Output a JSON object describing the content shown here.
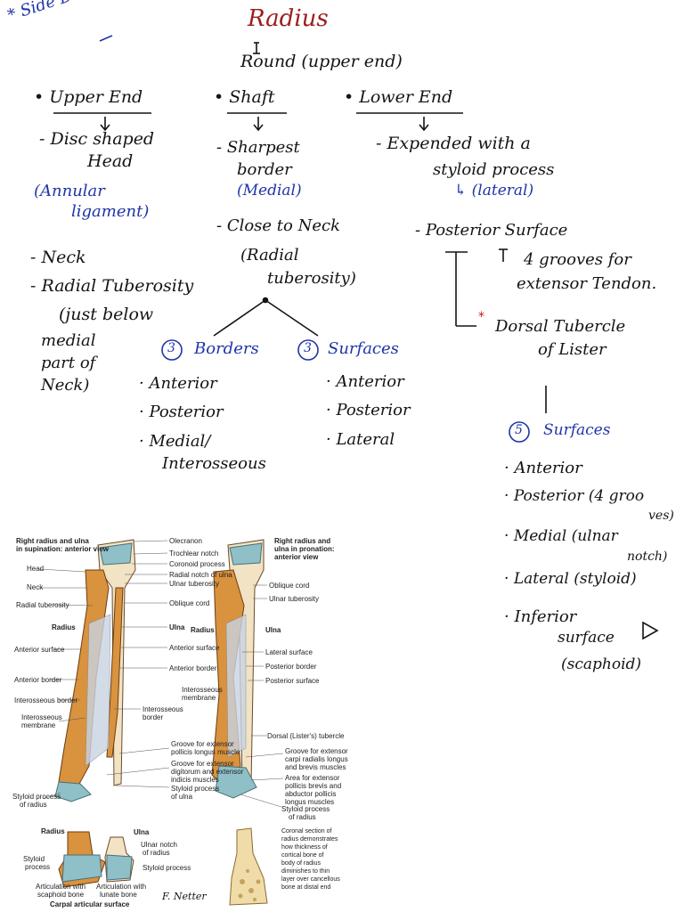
{
  "side_note": "* Side Determination",
  "title": "Radius",
  "subtitle": "Round (upper end)",
  "upper_end": {
    "heading": "Upper End",
    "items": [
      "Disc shaped",
      "Head",
      "(Annular",
      "ligament)",
      "Neck",
      "Radial Tuberosity",
      "(just below",
      "medial",
      "part of",
      "Neck)"
    ]
  },
  "shaft": {
    "heading": "Shaft",
    "items": [
      "Sharpest",
      "border",
      "(Medial)",
      "Close to Neck",
      "(Radial",
      "tuberosity)"
    ],
    "borders_title": "Borders",
    "borders_num": "3",
    "borders": [
      "Anterior",
      "Posterior",
      "Medial/",
      "Interosseous"
    ],
    "surfaces_title": "Surfaces",
    "surfaces_num": "3",
    "surfaces": [
      "Anterior",
      "Posterior",
      "Lateral"
    ]
  },
  "lower_end": {
    "heading": "Lower End",
    "items": [
      "Expended with a",
      "styloid process",
      "(lateral)",
      "Posterior Surface",
      "4 grooves for",
      "extensor Tendon.",
      "Dorsal Tubercle",
      "of Lister"
    ],
    "surfaces_title": "Surfaces",
    "surfaces_num": "5",
    "surfaces": [
      "Anterior",
      "Posterior (4 groo",
      "ves)",
      "Medial (ulnar",
      "notch)",
      "Lateral (styloid)",
      "Inferior",
      "surface",
      "(scaphoid)"
    ]
  },
  "figure": {
    "left_title": [
      "Right radius and ulna",
      "in supination: anterior view"
    ],
    "right_title": [
      "Right radius and",
      "ulna in pronation:",
      "anterior view"
    ],
    "left_labels": [
      "Head",
      "Neck",
      "Radial tuberosity",
      "Radius",
      "Anterior surface",
      "Anterior border",
      "Interosseous border",
      "Interosseous",
      "membrane",
      "Styloid process",
      "of radius"
    ],
    "center_labels": [
      "Olecranon",
      "Trochlear notch",
      "Coronoid process",
      "Radial notch of ulna",
      "Ulnar tuberosity",
      "Oblique cord",
      "Ulna",
      "Anterior surface",
      "Anterior border",
      "Interosseous",
      "border",
      "Groove for extensor",
      "pollicis longus muscle",
      "Groove for extensor",
      "digitorum and extensor",
      "indicis muscles",
      "Styloid process",
      "of ulna"
    ],
    "right_labels": [
      "Oblique cord",
      "Ulnar tuberosity",
      "Radius",
      "Ulna",
      "Lateral surface",
      "Posterior border",
      "Posterior surface",
      "Interosseous",
      "membrane",
      "Dorsal (Lister's) tubercle",
      "Groove for extensor",
      "carpi radialis longus",
      "and brevis muscles",
      "Area for extensor",
      "pollicis brevis and",
      "abductor pollicis",
      "longus muscles",
      "Styloid process",
      "of radius"
    ],
    "bottom_labels": [
      "Radius",
      "Ulna",
      "Ulnar notch",
      "of radius",
      "Styloid",
      "process",
      "Styloid process",
      "Articulation with",
      "scaphoid bone",
      "Articulation with",
      "lunate bone"
    ],
    "bottom_caption": "Carpal articular surface",
    "coronal_note": [
      "Coronal section of",
      "radius demonstrates",
      "how thickness of",
      "cortical bone of",
      "body of radius",
      "diminishes to thin",
      "layer over cancellous",
      "bone at distal end"
    ],
    "signature": "F. Netter"
  }
}
